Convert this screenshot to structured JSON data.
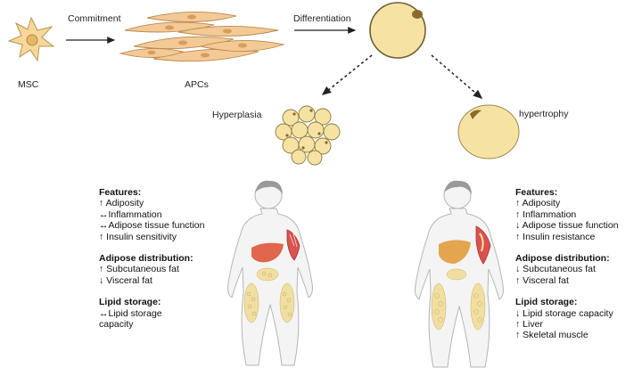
{
  "stages": {
    "msc": "MSC",
    "commitment": "Commitment",
    "apcs": "APCs",
    "differentiation": "Differentiation",
    "hyperplasia": "Hyperplasia",
    "hypertrophy": "hypertrophy"
  },
  "colors": {
    "adipocyte_fill": "#f6e3a4",
    "adipocyte_stroke": "#8a7a40",
    "apc_fill": "#f3c995",
    "msc_fill": "#f7d79a",
    "body_fill": "#f4f4f4",
    "body_stroke": "#b5b5b5",
    "hair": "#9a9a9a",
    "liver_left": "#e0664d",
    "liver_right": "#e4a54f",
    "muscle": "#d9534f",
    "fat": "#f1dfa2"
  },
  "left_panel": {
    "features_title": "Features:",
    "features": [
      "↑ Adiposity",
      "↔Inflammation",
      "↔Adipose tissue function",
      "↑ Insulin sensitivity"
    ],
    "distribution_title": "Adipose distribution:",
    "distribution": [
      "↑ Subcutaneous fat",
      "↓ Visceral fat"
    ],
    "lipid_title": "Lipid storage:",
    "lipid": [
      "↔Lipid storage",
      "capacity"
    ]
  },
  "right_panel": {
    "features_title": "Features:",
    "features": [
      "↑ Adiposity",
      "↑ Inflammation",
      "↓ Adipose tissue function",
      "↑ Insulin resistance"
    ],
    "distribution_title": "Adipose distribution:",
    "distribution": [
      "↓ Subcutaneous fat",
      "↑ Visceral fat"
    ],
    "lipid_title": "Lipid storage:",
    "lipid": [
      "↓ Lipid storage capacity",
      "↑ Liver",
      "↑ Skeletal muscle"
    ]
  }
}
